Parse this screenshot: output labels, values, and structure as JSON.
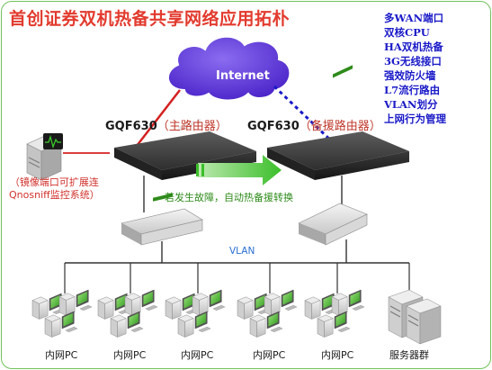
{
  "title": "首创证券双机热备共享网络应用拓朴",
  "features": [
    "多WAN端口",
    "双核CPU",
    "HA双机热备",
    "3G无线接口",
    "强效防火墙",
    "L7流行路由",
    "VLAN划分",
    "上网行为管理"
  ],
  "internet": "Internet",
  "routers": {
    "main": {
      "model": "GQF630",
      "role": "（主路由器）"
    },
    "backup": {
      "model": "GQF630",
      "role": "（备援路由器）"
    }
  },
  "mirror_note": [
    "（镜像端口可扩展连",
    "Qnosniff监控系统）"
  ],
  "failover_note": "若发生故障，自动热备援转换",
  "vlan": "VLAN",
  "clients": [
    {
      "label": "内网PC"
    },
    {
      "label": "内网PC"
    },
    {
      "label": "内网PC"
    },
    {
      "label": "内网PC"
    },
    {
      "label": "内网PC"
    }
  ],
  "servers": {
    "label": "服务器群"
  },
  "colors": {
    "title": "#e23b2e",
    "features": "#1a1ac8",
    "cloud": "#5a35d8",
    "link_main": "#d42020",
    "link_backup": "#1a1ac8",
    "arrow": "#3bbf2a",
    "failover_text": "#2e8b1a",
    "vlan_text": "#2a6fd1",
    "frame": "#6fc25a"
  }
}
